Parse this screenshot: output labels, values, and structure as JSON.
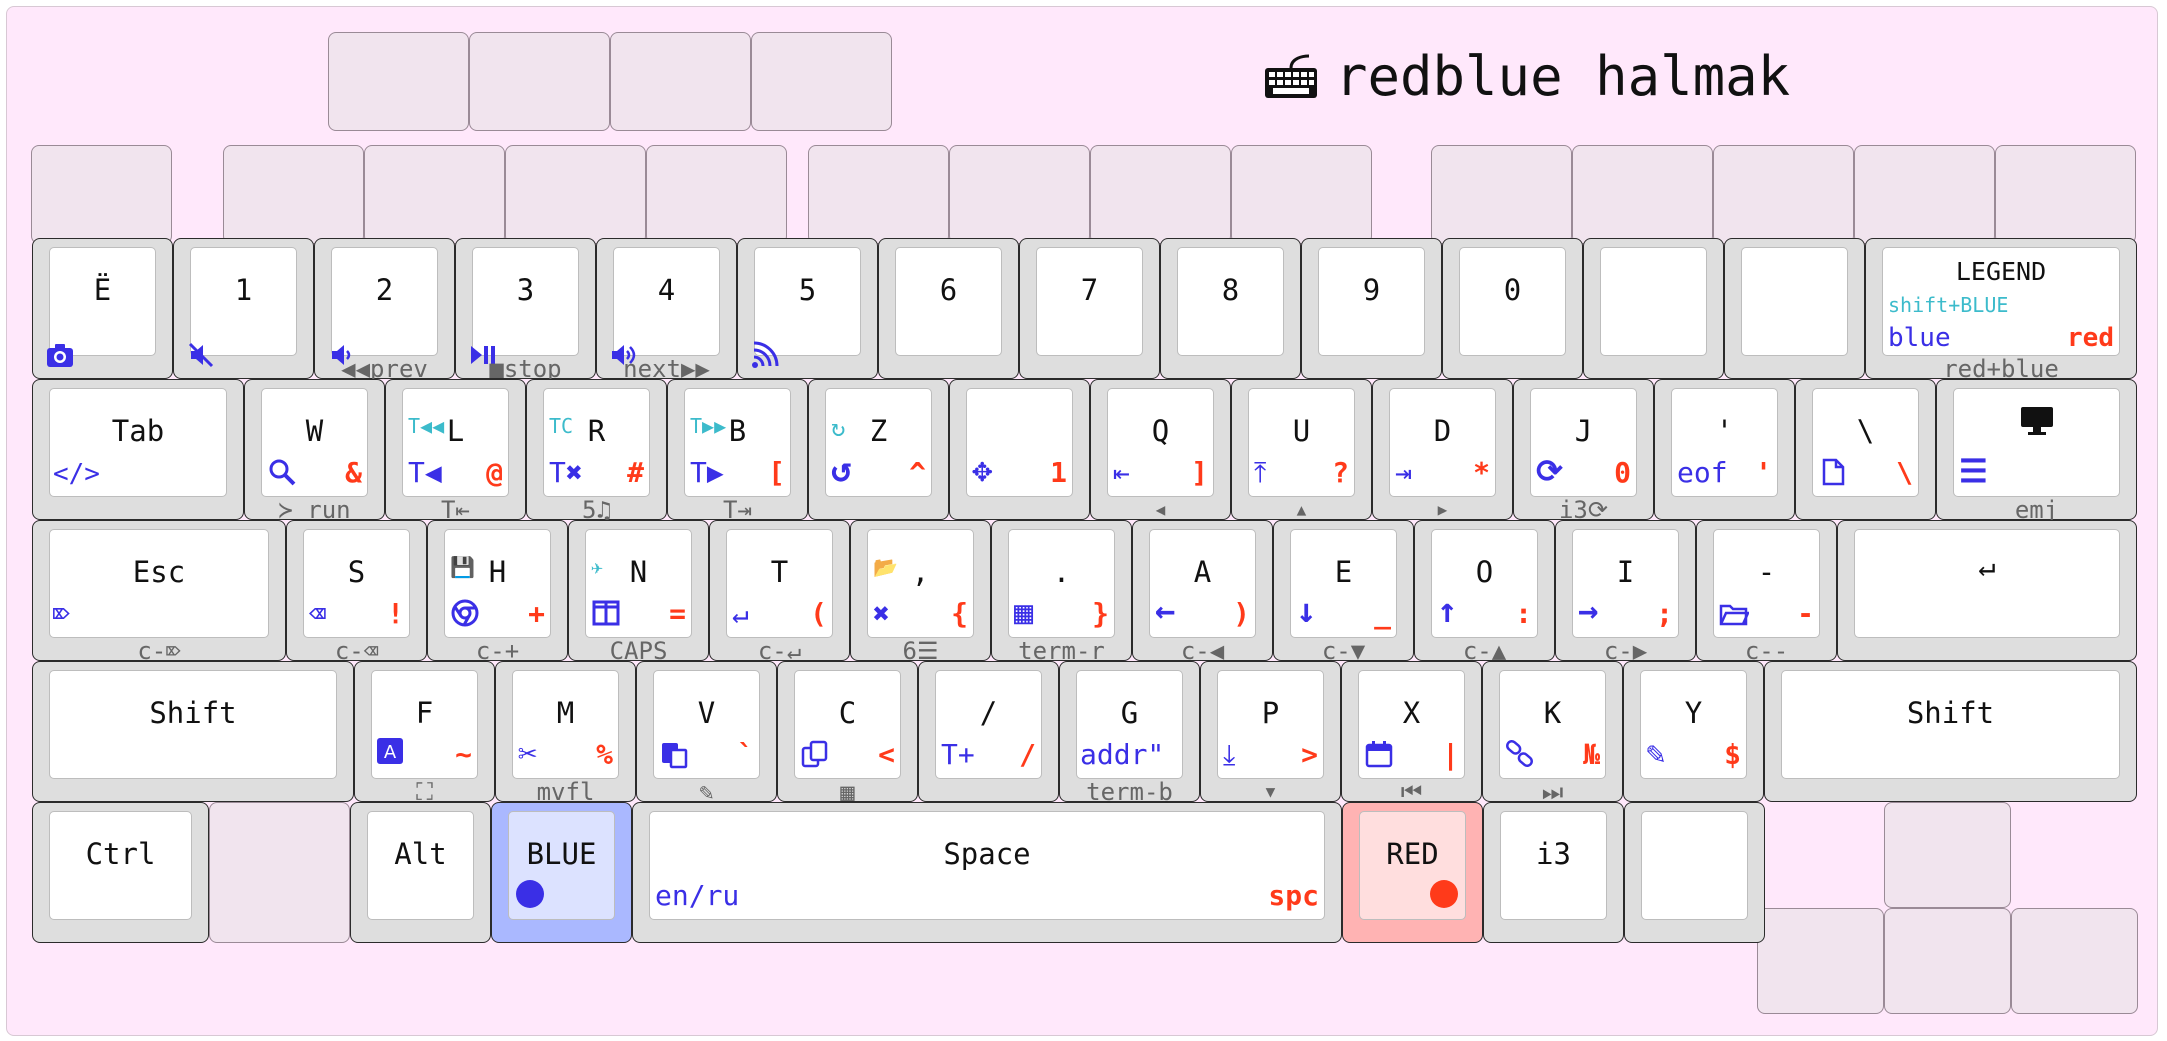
{
  "title": "redblue halmak",
  "colors": {
    "background": "#ffe8fb",
    "blue": "#3a2fe6",
    "red": "#ff3a1a",
    "shift_blue": "#3cbbcb",
    "sublabel": "#666666"
  },
  "legend": {
    "title": "LEGEND",
    "shift_blue": "shift+BLUE",
    "blue": "blue",
    "red": "red",
    "red_blue": "red+blue"
  },
  "row1": [
    {
      "label": "Ë",
      "blue_icon": "camera-icon"
    },
    {
      "label": "1",
      "blue_icon": "mute-icon"
    },
    {
      "label": "2",
      "blue_icon": "volume-down-icon",
      "sub": "◀◀prev"
    },
    {
      "label": "3",
      "blue_icon": "play-pause-icon",
      "sub": "■stop"
    },
    {
      "label": "4",
      "blue_icon": "volume-up-icon",
      "sub": "next▶▶"
    },
    {
      "label": "5",
      "blue_icon": "wifi-icon"
    },
    {
      "label": "6"
    },
    {
      "label": "7"
    },
    {
      "label": "8"
    },
    {
      "label": "9"
    },
    {
      "label": "0"
    },
    {
      "label": ""
    },
    {
      "label": ""
    }
  ],
  "row2": [
    {
      "label": "Tab",
      "blue": "</>"
    },
    {
      "label": "W",
      "blue": "🔍",
      "red": "&",
      "sub": "≻_run"
    },
    {
      "label": "L",
      "shift": "T◀◀",
      "blue": "T◀",
      "red": "@",
      "sub": "T⇤"
    },
    {
      "label": "R",
      "shift": "TC",
      "blue": "T✖",
      "red": "#",
      "sub": "5♫"
    },
    {
      "label": "B",
      "shift": "T▶▶",
      "blue": "T▶",
      "red": "[",
      "sub": "T⇥"
    },
    {
      "label": "Z",
      "shift": "↻",
      "blue": "↺",
      "red": "^"
    },
    {
      "label": "",
      "blue": "✥",
      "red": "1"
    },
    {
      "label": "Q",
      "blue": "⇤",
      "red": "]",
      "sub": "◀"
    },
    {
      "label": "U",
      "blue": "⤒",
      "red": "?",
      "sub": "▲"
    },
    {
      "label": "D",
      "blue": "⇥",
      "red": "*",
      "sub": "▶"
    },
    {
      "label": "J",
      "blue": "⟳",
      "red": "0",
      "sub": "i3⟳"
    },
    {
      "label": "'",
      "blue": "eof",
      "red": "'"
    },
    {
      "label": "\\",
      "blue": "📄",
      "red": "\\"
    },
    {
      "label": "🖥",
      "blue": "☰",
      "sub": "emj"
    }
  ],
  "row3": [
    {
      "label": "Esc",
      "blue": "⌦",
      "sub": "c-⌦"
    },
    {
      "label": "S",
      "blue": "⌫",
      "red": "!",
      "sub": "c-⌫"
    },
    {
      "label": "H",
      "shift": "💾",
      "blue": "◎",
      "red": "+",
      "sub": "c-+"
    },
    {
      "label": "N",
      "shift": "✈",
      "blue": "◫",
      "red": "=",
      "sub": "CAPS"
    },
    {
      "label": "T",
      "blue": "↵",
      "red": "(",
      "sub": "c-↵"
    },
    {
      "label": ",",
      "shift": "📂",
      "blue": "✖",
      "red": "{",
      "sub": "6☰"
    },
    {
      "label": ".",
      "blue": "▦",
      "red": "}",
      "sub": "term-r"
    },
    {
      "label": "A",
      "blue": "←",
      "red": ")",
      "sub": "c-◀"
    },
    {
      "label": "E",
      "blue": "↓",
      "red": "_",
      "sub": "c-▼"
    },
    {
      "label": "O",
      "blue": "↑",
      "red": ":",
      "sub": "c-▲"
    },
    {
      "label": "I",
      "blue": "→",
      "red": ";",
      "sub": "c-▶"
    },
    {
      "label": "-",
      "blue": "📂",
      "red": "-",
      "sub": "c--"
    },
    {
      "label": "↵"
    }
  ],
  "row4": [
    {
      "label": "Shift"
    },
    {
      "label": "F",
      "blue": "A",
      "red": "~",
      "sub": "⛶"
    },
    {
      "label": "M",
      "blue": "✂",
      "red": "%",
      "sub": "mvfl"
    },
    {
      "label": "V",
      "blue": "📋",
      "red": "`",
      "sub": "✎"
    },
    {
      "label": "C",
      "blue": "⧉",
      "red": "<",
      "sub": "▦"
    },
    {
      "label": "/",
      "blue": "T+",
      "red": "/"
    },
    {
      "label": "G",
      "blue": "addr\"",
      "sub": "term-b"
    },
    {
      "label": "P",
      "blue": "⤓",
      "red": ">",
      "sub": "▼"
    },
    {
      "label": "X",
      "blue": "📅",
      "red": "|",
      "sub": "⏮"
    },
    {
      "label": "K",
      "blue": "🔗",
      "red": "№",
      "sub": "⏭"
    },
    {
      "label": "Y",
      "blue": "✎",
      "red": "$"
    },
    {
      "label": "Shift"
    }
  ],
  "row5": [
    {
      "label": "Ctrl"
    },
    {
      "label": "Alt"
    },
    {
      "label": "BLUE"
    },
    {
      "label": "Space",
      "blue": "en/ru",
      "red": "spc"
    },
    {
      "label": "RED"
    },
    {
      "label": "i3"
    },
    {
      "label": ""
    }
  ]
}
